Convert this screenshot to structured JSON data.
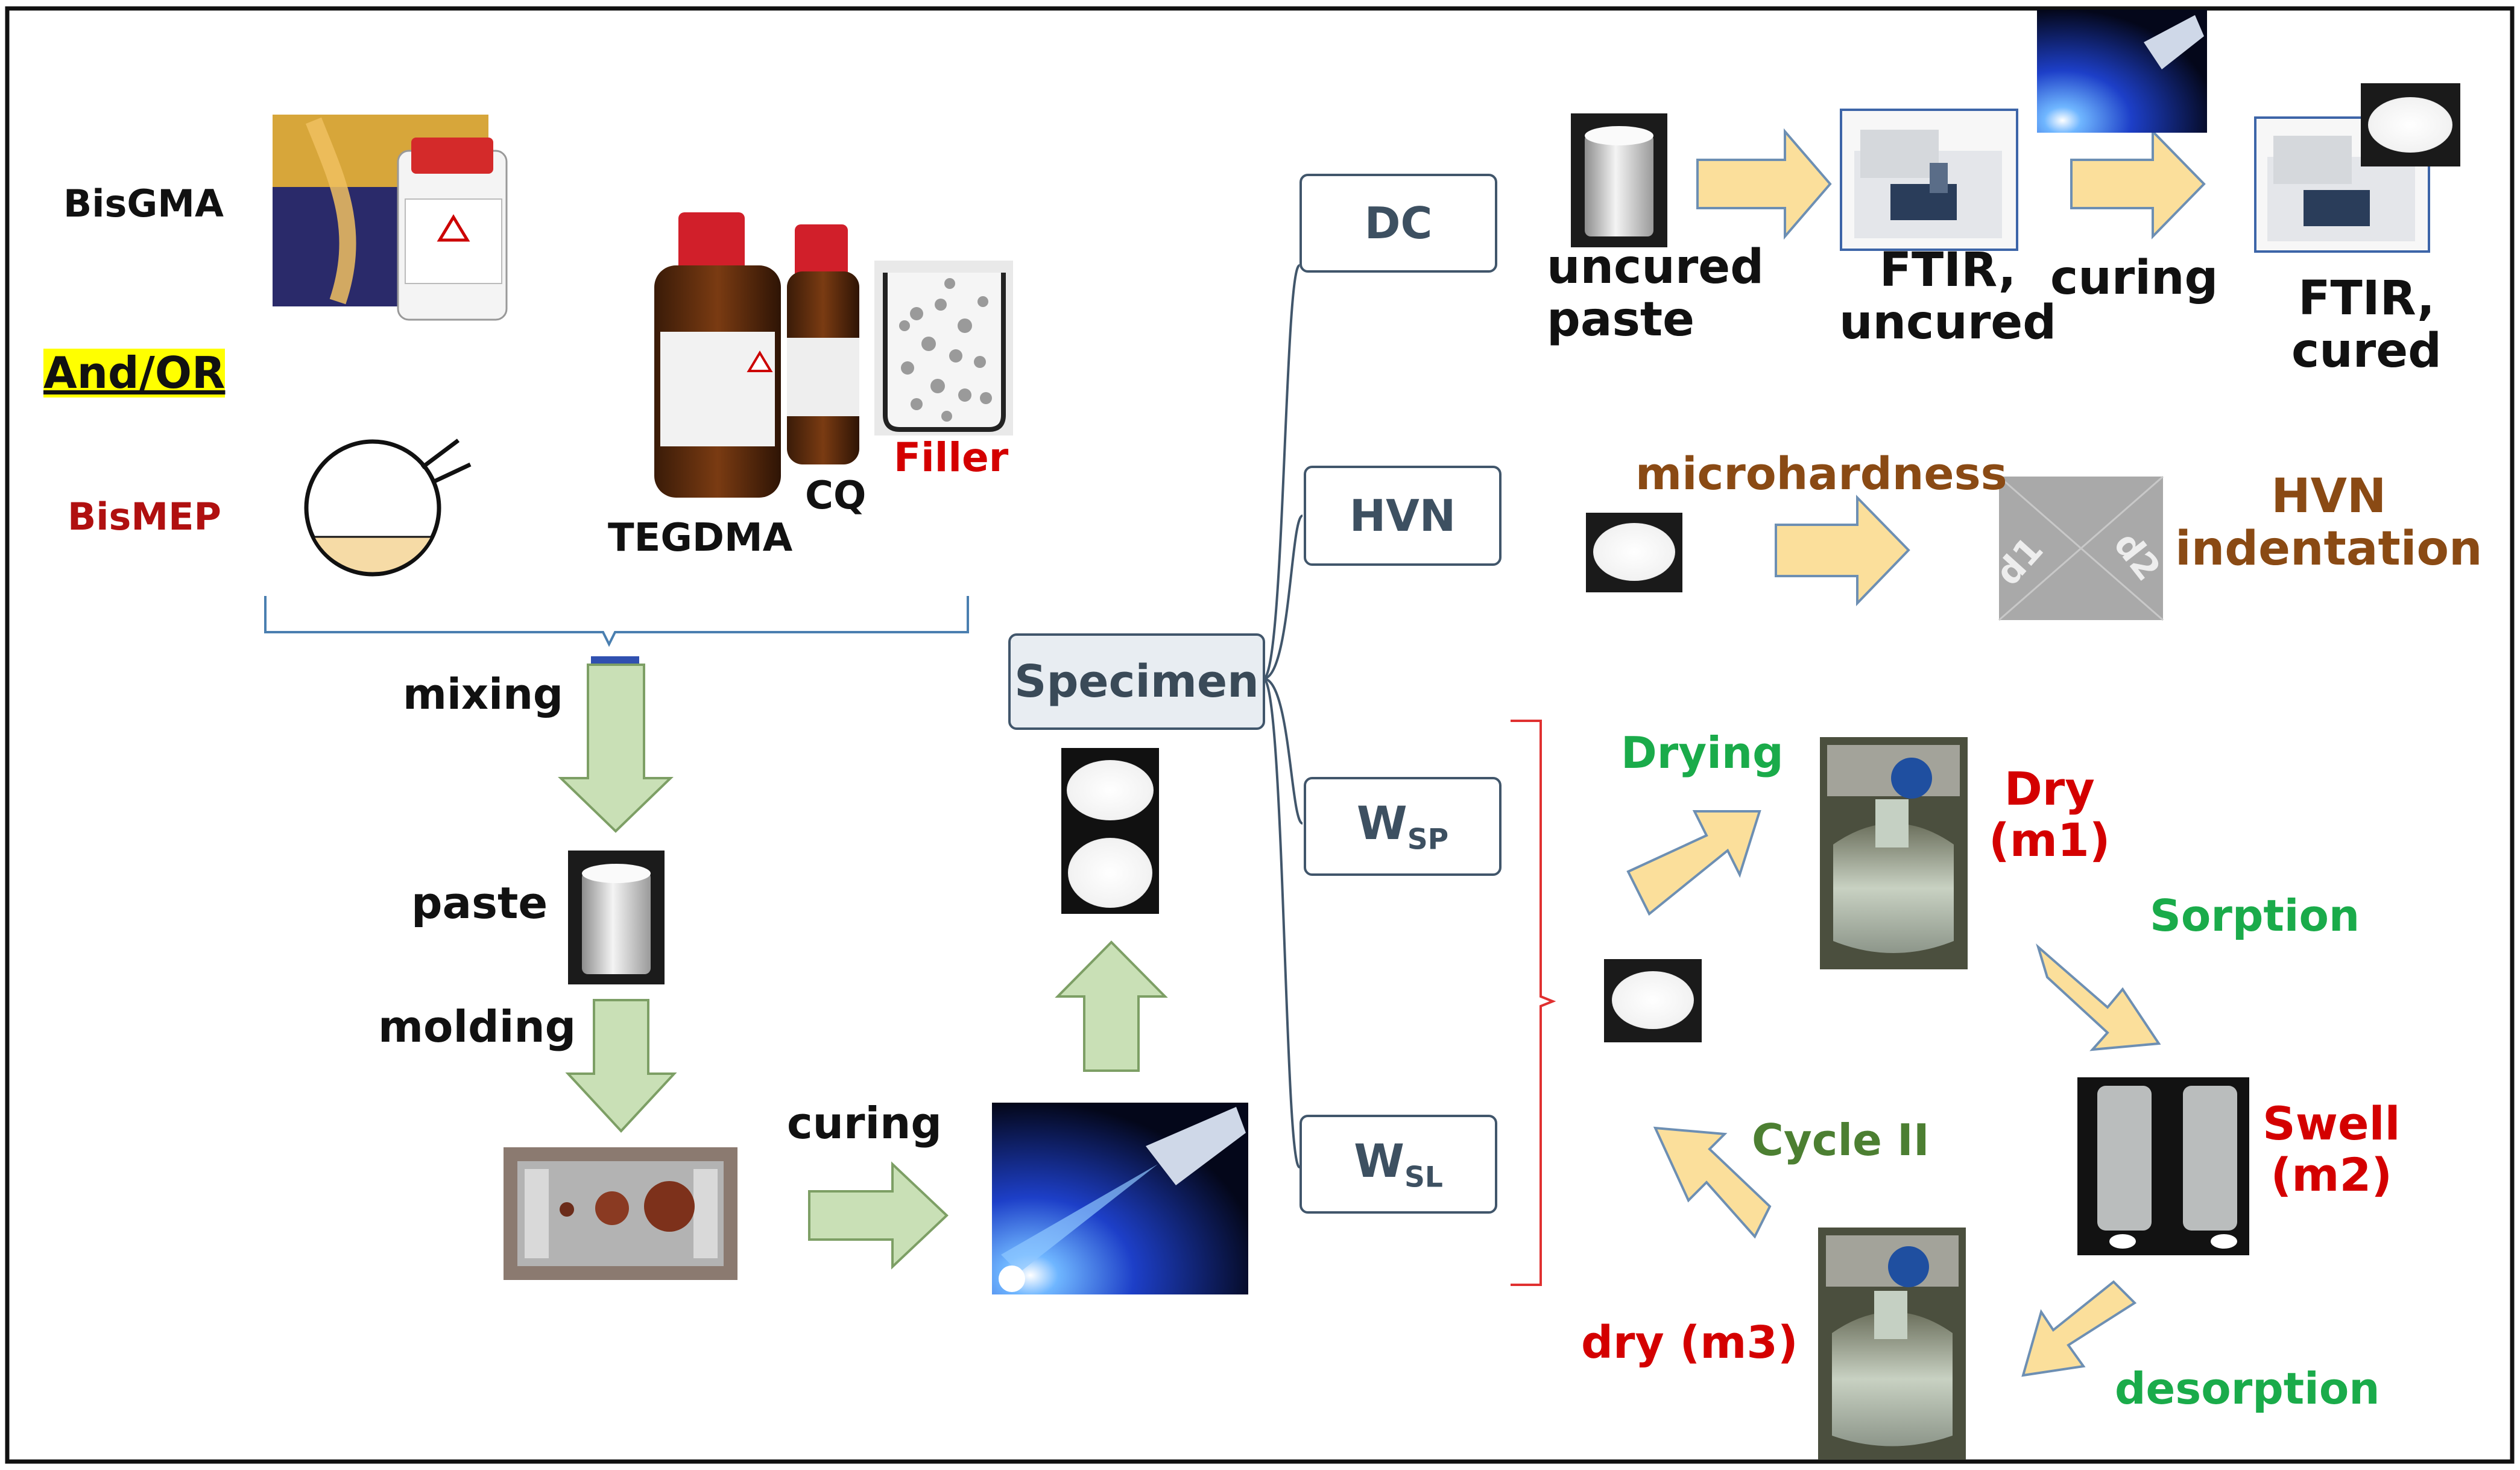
{
  "ingredients": {
    "bisgma": "BisGMA",
    "and_or": "And/OR",
    "bismep": "BisMEP",
    "tegdma": "TEGDMA",
    "cq": "CQ",
    "filler": "Filler"
  },
  "process": {
    "mixing": "mixing",
    "paste": "paste",
    "molding": "molding",
    "curing": "curing",
    "specimen": "Specimen"
  },
  "tests": {
    "dc": "DC",
    "hvn": "HVN",
    "wsp_main": "W",
    "wsp_sub": "SP",
    "wsl_main": "W",
    "wsl_sub": "SL"
  },
  "dc_flow": {
    "uncured_paste": [
      "uncured",
      "paste"
    ],
    "ftir_uncured": [
      "FTIR,",
      "uncured"
    ],
    "curing": "curing",
    "ftir_cured": [
      "FTIR,",
      "cured"
    ]
  },
  "hvn_flow": {
    "microhardness": "microhardness",
    "hvn_indentation": [
      "HVN",
      "indentation"
    ],
    "d1": "d1",
    "d2": "d2"
  },
  "sorption_cycle": {
    "drying": "Drying",
    "dry_m1": [
      "Dry",
      "(m1)"
    ],
    "sorption": "Sorption",
    "swell_m2": [
      "Swell",
      "(m2)"
    ],
    "desorption": "desorption",
    "dry_m3": "dry (m3)",
    "cycle_ii": "Cycle II"
  },
  "colors": {
    "arrow_green": "#c9e0b6",
    "arrow_yellow": "#fbdf9b",
    "box_border": "#41566b",
    "red_text": "#d40000",
    "green_text": "#1aab4a",
    "brown_text": "#8a4a14",
    "highlight": "#ffff00"
  }
}
